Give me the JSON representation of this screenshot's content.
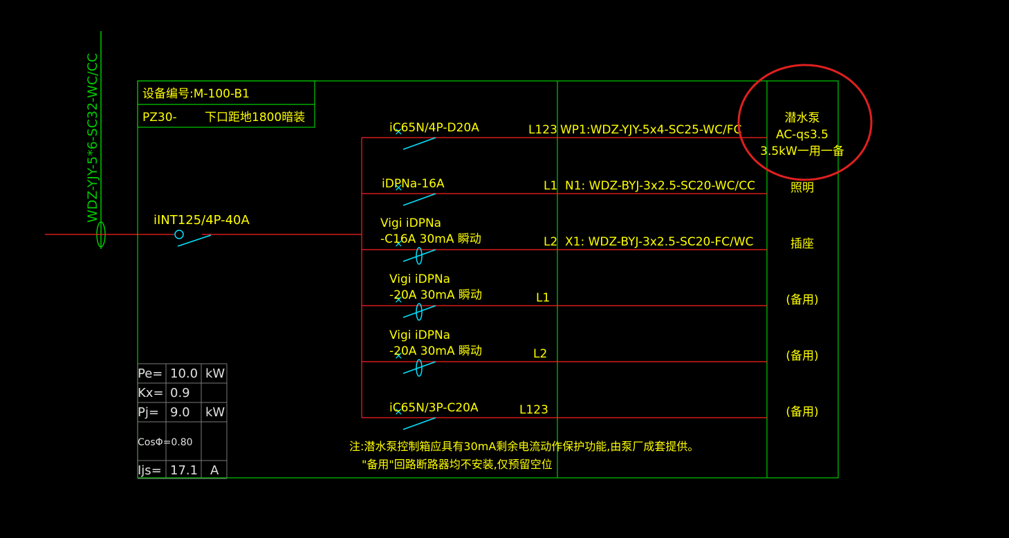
{
  "incoming": {
    "cable": "WDZ-YJY-5*6-SC32-WC/CC"
  },
  "panel": {
    "device_no": "设备编号:M-100-B1",
    "model": "PZ30-",
    "mounting": "下口距地1800暗装"
  },
  "main_breaker": {
    "label": "iINT125/4P-40A"
  },
  "circuits": [
    {
      "breaker_line1": "iC65N/4P-D20A",
      "breaker_line2": "",
      "phase": "L123",
      "cable": "WP1:WDZ-YJY-5x4-SC25-WC/FC",
      "load": [
        "潜水泵",
        "AC-qs3.5",
        "3.5kW一用一备"
      ]
    },
    {
      "breaker_line1": "iDPNa-16A",
      "breaker_line2": "",
      "phase": "L1",
      "cable": "N1:  WDZ-BYJ-3x2.5-SC20-WC/CC",
      "load": [
        "照明"
      ]
    },
    {
      "breaker_line1": "Vigi iDPNa",
      "breaker_line2": "-C16A 30mA 瞬动",
      "phase": "L2",
      "cable": "X1:  WDZ-BYJ-3x2.5-SC20-FC/WC",
      "load": [
        "插座"
      ]
    },
    {
      "breaker_line1": "Vigi iDPNa",
      "breaker_line2": "-20A 30mA 瞬动",
      "phase": "L1",
      "cable": "",
      "load": [
        "(备用)"
      ]
    },
    {
      "breaker_line1": "Vigi iDPNa",
      "breaker_line2": "-20A 30mA 瞬动",
      "phase": "L2",
      "cable": "",
      "load": [
        "(备用)"
      ]
    },
    {
      "breaker_line1": "iC65N/3P-C20A",
      "breaker_line2": "",
      "phase": "L123",
      "cable": "",
      "load": [
        "(备用)"
      ]
    }
  ],
  "params": [
    {
      "name": "Pe=",
      "value": "10.0",
      "unit": "kW"
    },
    {
      "name": "Kx=",
      "value": "0.9",
      "unit": ""
    },
    {
      "name": "Pj=",
      "value": "9.0",
      "unit": "kW"
    },
    {
      "name": "CosΦ=0.80",
      "value": "",
      "unit": ""
    },
    {
      "name": "Ijs=",
      "value": "17.1",
      "unit": "A"
    }
  ],
  "notes": [
    "注:潜水泵控制箱应具有30mA剩余电流动作保护功能,由泵厂成套提供。",
    "\"备用\"回路断路器均不安装,仅预留空位"
  ],
  "colors": {
    "background": "#000000",
    "frame": "#00cc00",
    "circuit_line": "#ff2020",
    "switch": "#00e5ff",
    "text": "#ffff00",
    "param_text": "#e0e0e0",
    "highlight_circle": "#e02020"
  }
}
